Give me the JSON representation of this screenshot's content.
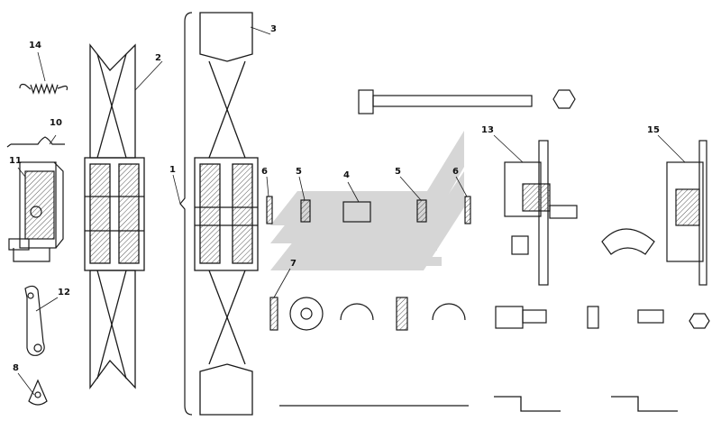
{
  "diagram": {
    "callouts": [
      {
        "id": "c1",
        "text": "1"
      },
      {
        "id": "c2",
        "text": "2"
      },
      {
        "id": "c3",
        "text": "3"
      },
      {
        "id": "c4",
        "text": "4"
      },
      {
        "id": "c5a",
        "text": "5"
      },
      {
        "id": "c5b",
        "text": "5"
      },
      {
        "id": "c6a",
        "text": "6"
      },
      {
        "id": "c6b",
        "text": "6"
      },
      {
        "id": "c7",
        "text": "7"
      },
      {
        "id": "c8",
        "text": "8"
      },
      {
        "id": "c10",
        "text": "10"
      },
      {
        "id": "c11",
        "text": "11"
      },
      {
        "id": "c12",
        "text": "12"
      },
      {
        "id": "c13",
        "text": "13"
      },
      {
        "id": "c14",
        "text": "14"
      },
      {
        "id": "c15",
        "text": "15"
      }
    ],
    "colors": {
      "ink": "#1a1a1a",
      "hatch": "#555555",
      "watermark": "#d6d6d6"
    }
  }
}
